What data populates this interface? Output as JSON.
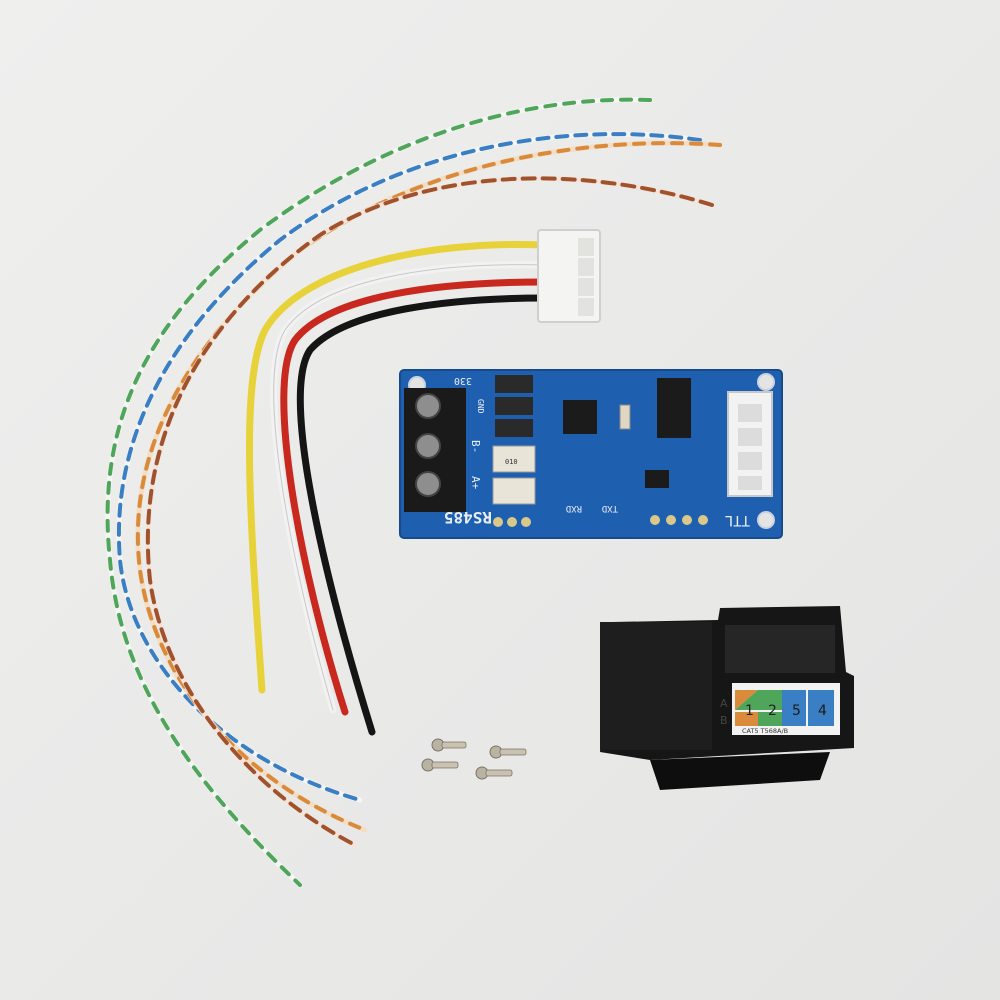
{
  "pcb": {
    "title": "RS485",
    "ttl_label": "TTL",
    "rxd_label": "RXD",
    "txd_label": "TXD",
    "b_label": "B-",
    "a_label": "A+",
    "resistor_label": "330",
    "gnd_label": "GND",
    "chip_label": "010"
  },
  "keystone_jack": {
    "row_a": "A",
    "row_b": "B",
    "pins": [
      "1",
      "2",
      "5",
      "4"
    ],
    "spec_label": "CAT5 T568A/B"
  },
  "colors": {
    "background": "#ebebea",
    "pcb_blue": "#1f5fb0",
    "wire_yellow": "#e8d23a",
    "wire_red": "#c8281e",
    "wire_white": "#f2f2f2",
    "wire_black": "#151515",
    "twisted_blue": "#3a7fc4",
    "twisted_orange": "#d98a3a",
    "twisted_green": "#4fa65a",
    "twisted_brown": "#a0522d"
  }
}
